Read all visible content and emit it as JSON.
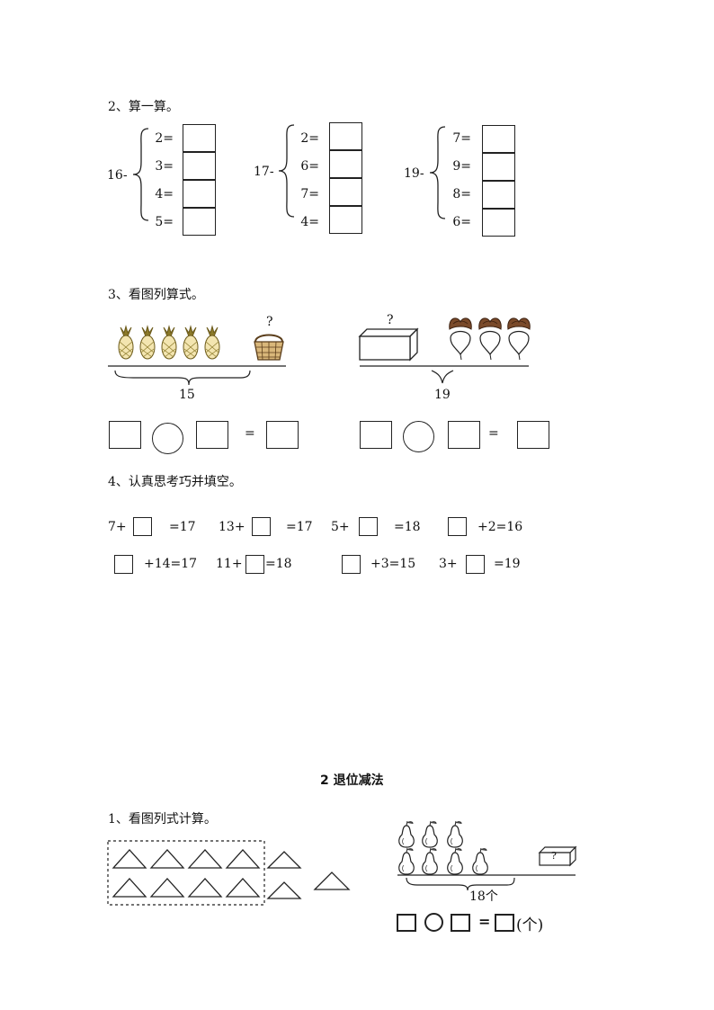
{
  "section2": {
    "heading": "2、算一算。",
    "groups": [
      {
        "base": "16-",
        "items": [
          "2=",
          "3=",
          "4=",
          "5="
        ]
      },
      {
        "base": "17-",
        "items": [
          "2=",
          "6=",
          "7=",
          "4="
        ]
      },
      {
        "base": "19-",
        "items": [
          "7=",
          "9=",
          "8=",
          "6="
        ]
      }
    ]
  },
  "section3": {
    "heading": "3、看图列算式。",
    "left": {
      "total": "15",
      "question": "?",
      "equals": "="
    },
    "right": {
      "total": "19",
      "question": "?",
      "equals": "="
    }
  },
  "section4": {
    "heading": "4、认真思考巧并填空。",
    "row1": [
      {
        "pre": "7+",
        "post": "=17"
      },
      {
        "pre": "13+",
        "post": "=17"
      },
      {
        "pre": "5+",
        "post": "=18"
      },
      {
        "pre": "",
        "post": "+2=16"
      }
    ],
    "row2": [
      {
        "pre": "",
        "post": "+14=17"
      },
      {
        "pre": "11+",
        "post": "=18"
      },
      {
        "pre": "",
        "post": "+3=15"
      },
      {
        "pre": "3+",
        "post": "=19"
      }
    ]
  },
  "part2": {
    "title": "2 退位减法",
    "heading": "1、看图列式计算。",
    "total_label": "18个",
    "question": "?",
    "equals": "=",
    "unit": "(个)"
  }
}
